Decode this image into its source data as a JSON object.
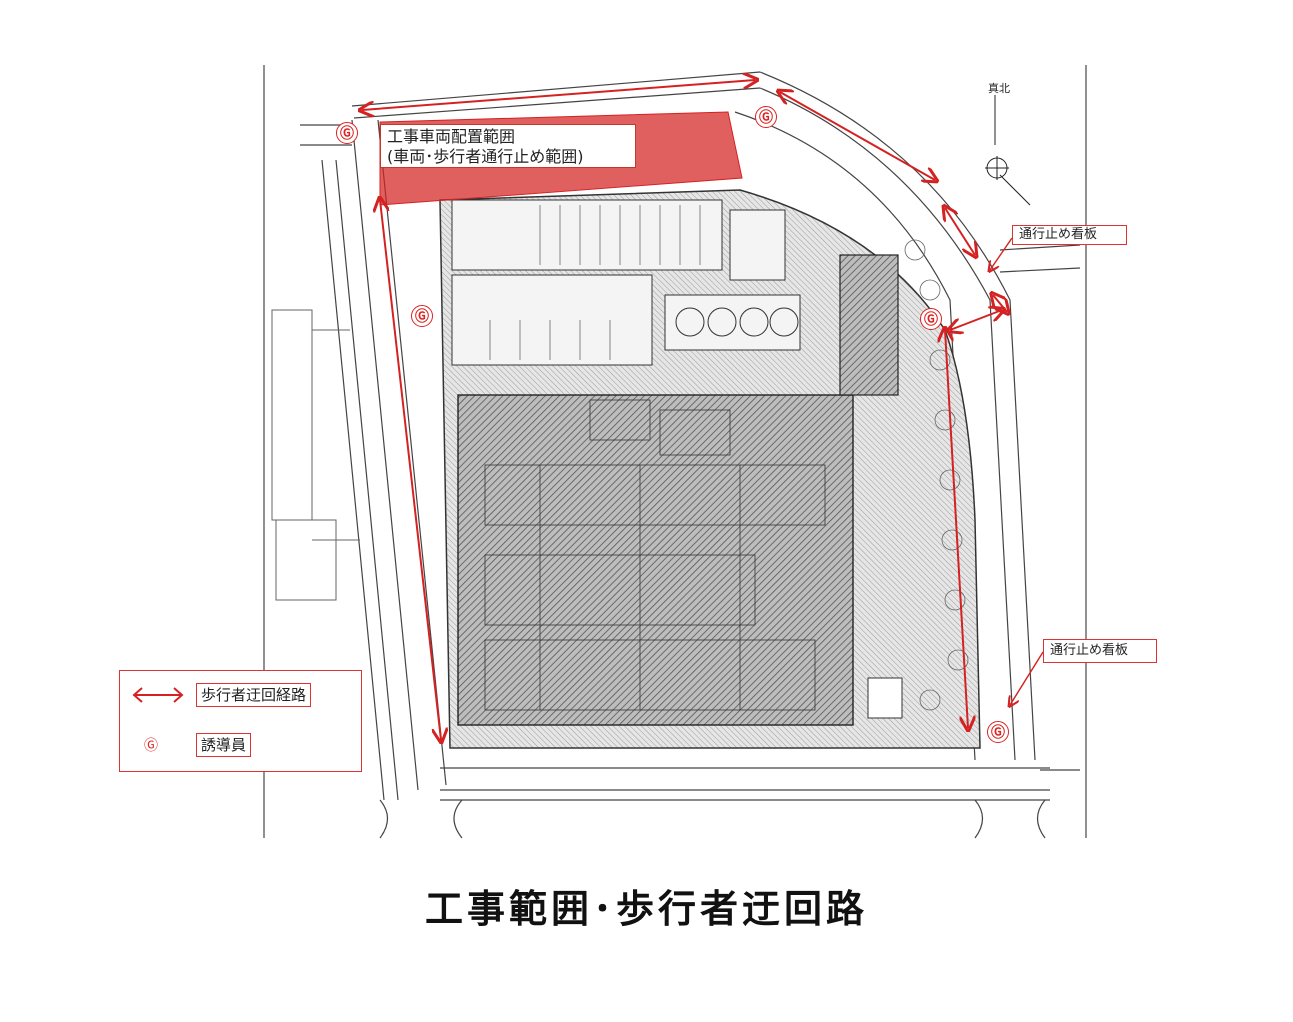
{
  "title": "工事範囲･歩行者迂回路",
  "work_zone_label": {
    "line1": "工事車両配置範囲",
    "line2": "(車両･歩行者通行止め範囲)"
  },
  "signs": {
    "sign_1": "通行止め看板",
    "sign_2": "通行止め看板"
  },
  "guard_marker": "Ⓖ",
  "legend": {
    "detour_label": "歩行者迂回経路",
    "guard_symbol": "Ⓖ",
    "guard_label": "誘導員"
  },
  "north_label": "真北",
  "colors": {
    "accent_red": "#d42222",
    "zone_fill": "#d42222",
    "plan_line": "#333333",
    "hatch": "#555555"
  }
}
